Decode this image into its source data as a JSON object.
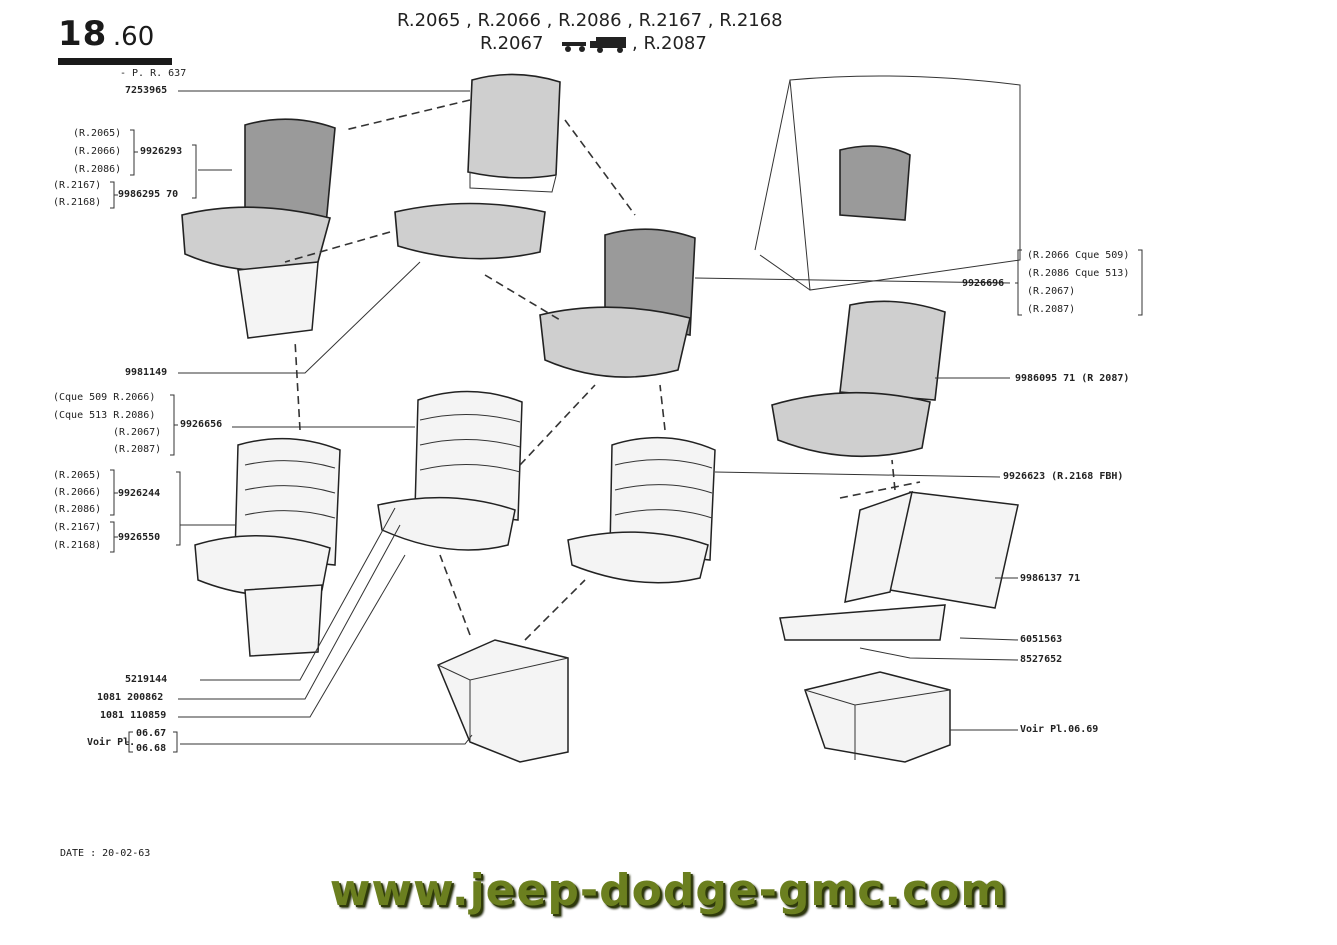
{
  "header": {
    "plate_number": "18",
    "plate_sub": ".60",
    "plate_ref": "- P. R. 637",
    "models_line1": "R.2065 , R.2066 , R.2086 , R.2167 , R.2168",
    "models_line2_a": "R.2067",
    "models_line2_b": ", R.2087"
  },
  "labels": {
    "part_7253965": "7253965",
    "group1_r2065": "(R.2065)",
    "group1_r2066": "(R.2066)",
    "group1_r2086": "(R.2086)",
    "group1_part": "9926293",
    "group1_r2167": "(R.2167)",
    "group1_r2168": "(R.2168)",
    "group1_part2": "9986295 70",
    "part_9981149": "9981149",
    "group2_c509": "(Cque 509 R.2066)",
    "group2_c513": "(Cque 513 R.2086)",
    "group2_r2067": "(R.2067)",
    "group2_r2087": "(R.2087)",
    "group2_part": "9926656",
    "group3_r2065": "(R.2065)",
    "group3_r2066": "(R.2066)",
    "group3_r2086": "(R.2086)",
    "group3_part": "9926244",
    "group3_r2167": "(R.2167)",
    "group3_r2168": "(R.2168)",
    "group3_part2": "9926550",
    "part_5219144": "5219144",
    "part_1081200862": "1081 200862",
    "part_1081110859": "1081 110859",
    "voir_left": "Voir Pl.",
    "voir_left_a": "06.67",
    "voir_left_b": "06.68",
    "part_9926696": "9926696",
    "group4_r2066": "(R.2066 Cque 509)",
    "group4_r2086": "(R.2086 Cque 513)",
    "group4_r2067": "(R.2067)",
    "group4_r2087": "(R.2087)",
    "part_9986095": "9986095 71 (R 2087)",
    "part_9926623": "9926623 (R.2168 FBH)",
    "part_9986137": "9986137 71",
    "part_6051563": "6051563",
    "part_8527652": "8527652",
    "voir_right": "Voir Pl.06.69"
  },
  "footer": {
    "date": "DATE : 20-02-63",
    "website": "www.jeep-dodge-gmc.com"
  },
  "colors": {
    "ink": "#1a1a1a",
    "watermark": "#6b7f1f"
  }
}
